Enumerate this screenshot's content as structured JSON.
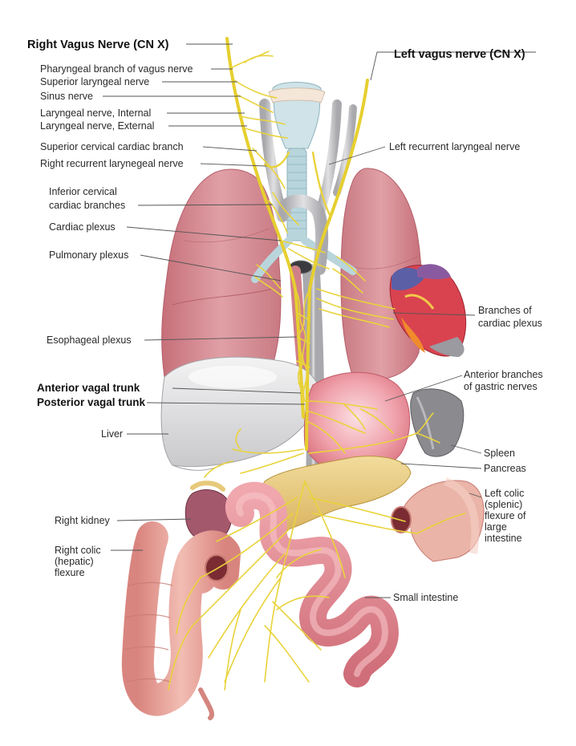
{
  "labels": {
    "right_vagus": "Right Vagus Nerve (CN X)",
    "left_vagus": "Left vagus nerve (CN X)",
    "pharyngeal": "Pharyngeal branch of vagus nerve",
    "superior_laryngeal": "Superior laryngeal nerve",
    "sinus": "Sinus nerve",
    "laryngeal_internal": "Laryngeal nerve, Internal",
    "laryngeal_external": "Laryngeal nerve, External",
    "superior_cervical_cardiac": "Superior cervical cardiac branch",
    "right_recurrent": "Right recurrent larynegeal nerve",
    "left_recurrent": "Left recurrent laryngeal nerve",
    "inferior_cervical_1": "Inferior cervical",
    "inferior_cervical_2": "cardiac branches",
    "cardiac_plexus": "Cardiac plexus",
    "pulmonary_plexus": "Pulmonary plexus",
    "branches_cardiac_1": "Branches of",
    "branches_cardiac_2": "cardiac plexus",
    "esophageal_plexus": "Esophageal plexus",
    "anterior_gastric_1": "Anterior branches",
    "anterior_gastric_2": "of gastric nerves",
    "anterior_vagal": "Anterior vagal trunk",
    "posterior_vagal": "Posterior vagal trunk",
    "liver": "Liver",
    "spleen": "Spleen",
    "pancreas": "Pancreas",
    "left_colic_1": "Left colic",
    "left_colic_2": "(splenic)",
    "left_colic_3": "flexure of",
    "left_colic_4": "large",
    "left_colic_5": "intestine",
    "right_kidney": "Right kidney",
    "right_colic_1": "Right colic",
    "right_colic_2": "(hepatic)",
    "right_colic_3": "flexure",
    "small_intestine": "Small intestine"
  },
  "colors": {
    "nerve": "#e9d33b",
    "lung": "#d98f96",
    "lung_shade": "#c0727c",
    "trachea": "#b9d5dc",
    "liver": "#e4e4e6",
    "stomach": "#ef9aa6",
    "intestine": "#e8909a",
    "colon": "#e7a59c",
    "pancreas": "#e8cc86",
    "heart_red": "#d9434f",
    "heart_blue": "#5b5fa6",
    "spleen": "#8a8a8f",
    "kidney": "#a3586c"
  }
}
